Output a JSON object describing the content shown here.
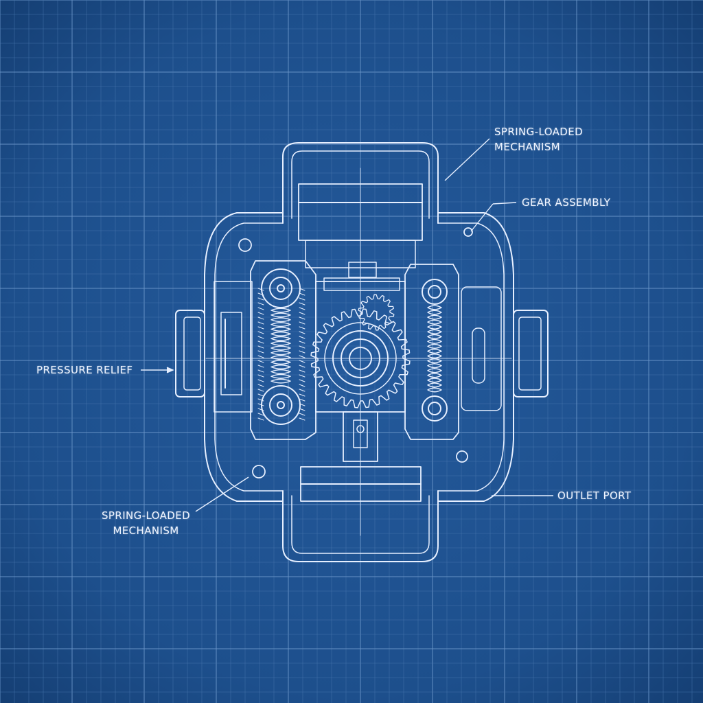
{
  "colors": {
    "background": "#1d4f8c",
    "background_dark": "#123a6e",
    "minor_grid": "#4b79b0",
    "major_grid": "#6b96c9",
    "line": "#e6efff"
  },
  "callouts": {
    "spring_loaded_top": [
      "SPRING-LOADED",
      "MECHANISM"
    ],
    "gear_assembly": "GEAR ASSEMBLY",
    "pressure_relief": "PRESSURE RELIEF",
    "spring_loaded_bottom": [
      "SPRING-LOADED",
      "MECHANISM"
    ],
    "outlet_port": "OUTLET PORT"
  }
}
